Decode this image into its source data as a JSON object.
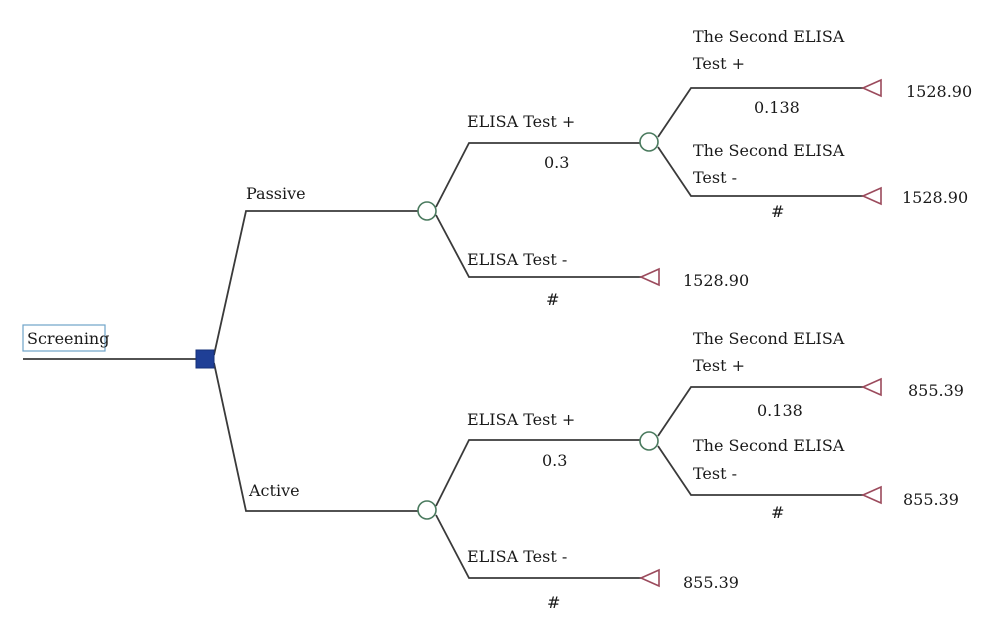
{
  "root": {
    "label": "Screening"
  },
  "branches": {
    "passive": {
      "label": "Passive",
      "elisa_pos": {
        "label": "ELISA Test +",
        "prob": "0.3",
        "second_pos": {
          "label_line1": "The Second ELISA",
          "label_line2": "Test +",
          "prob": "0.138",
          "payoff": "1528.90"
        },
        "second_neg": {
          "label_line1": "The Second ELISA",
          "label_line2": "Test -",
          "prob": "#",
          "payoff": "1528.90"
        }
      },
      "elisa_neg": {
        "label": "ELISA Test -",
        "prob": "#",
        "payoff": "1528.90"
      }
    },
    "active": {
      "label": "Active",
      "elisa_pos": {
        "label": "ELISA Test +",
        "prob": "0.3",
        "second_pos": {
          "label_line1": "The Second ELISA",
          "label_line2": "Test +",
          "prob": "0.138",
          "payoff": "855.39"
        },
        "second_neg": {
          "label_line1": "The Second ELISA",
          "label_line2": "Test -",
          "prob": "#",
          "payoff": "855.39"
        }
      },
      "elisa_neg": {
        "label": "ELISA Test -",
        "prob": "#",
        "payoff": "855.39"
      }
    }
  },
  "node_types": {
    "decision": "square",
    "chance": "circle",
    "terminal": "triangle"
  },
  "colors": {
    "decision_fill": "#1f3f96",
    "chance_stroke": "#4a7a5e",
    "terminal_stroke": "#9b4a5c",
    "root_box_stroke": "#6fa3c9",
    "edge": "#3a3a3a"
  }
}
